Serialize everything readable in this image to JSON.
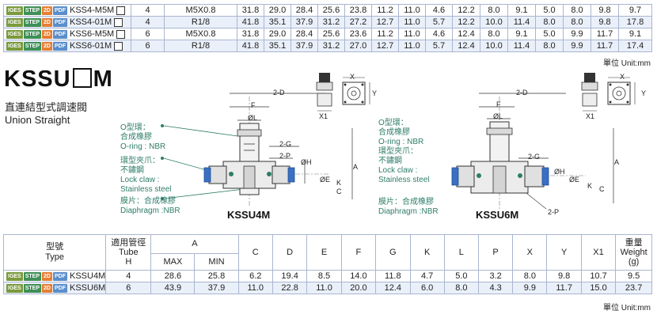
{
  "badges": [
    "IGES",
    "STEP",
    "2D",
    "PDF"
  ],
  "top_table": {
    "rows": [
      {
        "model": "KSS4-M5M",
        "tube": "4",
        "thread": "M5X0.8",
        "vals": [
          "31.8",
          "29.0",
          "28.4",
          "25.6",
          "23.8",
          "11.2",
          "11.0",
          "4.6",
          "12.2",
          "8.0",
          "9.1",
          "5.0",
          "8.0",
          "9.8",
          "9.7"
        ]
      },
      {
        "model": "KSS4-01M",
        "tube": "4",
        "thread": "R1/8",
        "vals": [
          "41.8",
          "35.1",
          "37.9",
          "31.2",
          "27.2",
          "12.7",
          "11.0",
          "5.7",
          "12.2",
          "10.0",
          "11.4",
          "8.0",
          "8.0",
          "9.8",
          "17.8"
        ]
      },
      {
        "model": "KSS6-M5M",
        "tube": "6",
        "thread": "M5X0.8",
        "vals": [
          "31.8",
          "29.0",
          "28.4",
          "25.6",
          "23.6",
          "11.2",
          "11.0",
          "4.6",
          "12.4",
          "8.0",
          "9.1",
          "5.0",
          "9.9",
          "11.7",
          "9.1"
        ]
      },
      {
        "model": "KSS6-01M",
        "tube": "6",
        "thread": "R1/8",
        "vals": [
          "41.8",
          "35.1",
          "37.9",
          "31.2",
          "27.0",
          "12.7",
          "11.0",
          "5.7",
          "12.4",
          "10.0",
          "11.4",
          "8.0",
          "9.9",
          "11.7",
          "17.4"
        ]
      }
    ],
    "unit": "單位 Unit:mm"
  },
  "title": {
    "prefix": "KSSU",
    "suffix": "M",
    "chinese": "直連結型式調速閥",
    "english": "Union Straight"
  },
  "callouts": {
    "oring_cn": "O型環：",
    "oring_cn2": "合成橡膠",
    "oring_en": "O-ring : NBR",
    "claw_cn": "環型夾爪：",
    "claw_cn2": "不鏽鋼",
    "claw_en": "Lock claw :",
    "claw_en2": "Stainless steel",
    "diaph_cn": "膜片：合成橡膠",
    "diaph_en": "Diaphragm :NBR"
  },
  "dims": {
    "d2": "2-D",
    "f": "F",
    "phil": "ØL",
    "g2": "2-G",
    "p2": "2-P",
    "phh": "ØH",
    "phe": "ØE",
    "a": "A",
    "c": "C",
    "k": "K",
    "x": "X",
    "y": "Y",
    "x1": "X1"
  },
  "parts": {
    "left": "KSSU4M",
    "right": "KSSU6M"
  },
  "bottom_table": {
    "headers": {
      "type_cn": "型號",
      "type_en": "Type",
      "tube_cn": "適用管徑",
      "tube_en": "Tube",
      "tube_h": "H",
      "a": "A",
      "max": "MAX",
      "min": "MIN",
      "cols": [
        "C",
        "D",
        "E",
        "F",
        "G",
        "K",
        "L",
        "P",
        "X",
        "Y",
        "X1"
      ],
      "weight_cn": "重量",
      "weight_en": "Weight",
      "weight_unit": "(g)"
    },
    "rows": [
      {
        "model": "KSSU4M",
        "tube": "4",
        "max": "28.6",
        "min": "25.8",
        "vals": [
          "6.2",
          "19.4",
          "8.5",
          "14.0",
          "11.8",
          "4.7",
          "5.0",
          "3.2",
          "8.0",
          "9.8",
          "10.7"
        ],
        "weight": "9.5"
      },
      {
        "model": "KSSU6M",
        "tube": "6",
        "max": "43.9",
        "min": "37.9",
        "vals": [
          "11.0",
          "22.8",
          "11.0",
          "20.0",
          "12.4",
          "6.0",
          "8.0",
          "4.3",
          "9.9",
          "11.7",
          "15.0"
        ],
        "weight": "23.7"
      }
    ],
    "unit": "單位 Unit:mm"
  }
}
